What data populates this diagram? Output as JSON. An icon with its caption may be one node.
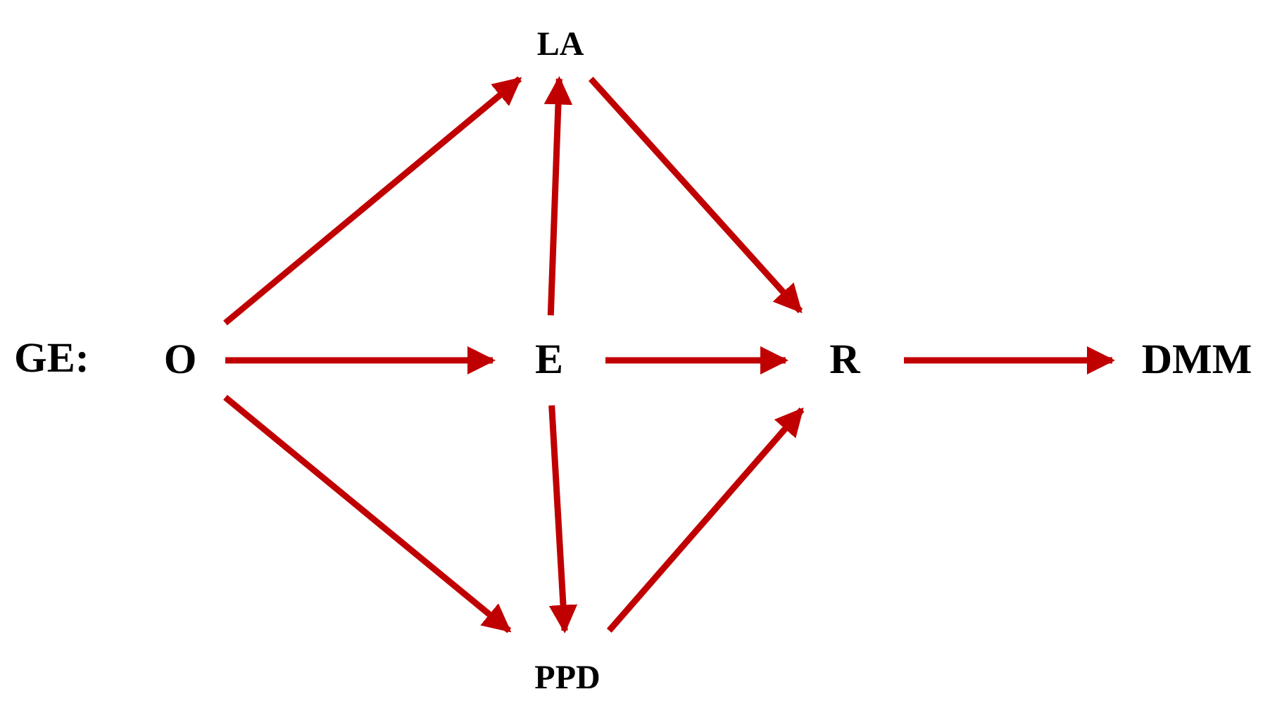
{
  "diagram": {
    "nodes": [
      {
        "text": [
          "O"
        ]
      },
      {
        "text": [
          "LA"
        ]
      },
      {
        "text": [
          "E"
        ]
      },
      {
        "text": [
          "R"
        ]
      },
      {
        "text": [
          "PPD"
        ]
      },
      {
        "text": [
          "DMM"
        ]
      }
    ],
    "edges": [
      {
        "from": 0,
        "to": 1,
        "arrow": "to"
      },
      {
        "from": 0,
        "to": 2,
        "arrow": "to"
      },
      {
        "from": 0,
        "to": 4,
        "arrow": "to"
      },
      {
        "from": 2,
        "to": 1,
        "arrow": "to"
      },
      {
        "from": 2,
        "to": 3,
        "arrow": "to"
      },
      {
        "from": 2,
        "to": 4,
        "arrow": "to"
      },
      {
        "from": 1,
        "to": 3,
        "arrow": "to"
      },
      {
        "from": 4,
        "to": 3,
        "arrow": "to"
      },
      {
        "from": 3,
        "to": 5,
        "arrow": "to"
      }
    ],
    "labels": [
      "GE:"
    ]
  }
}
